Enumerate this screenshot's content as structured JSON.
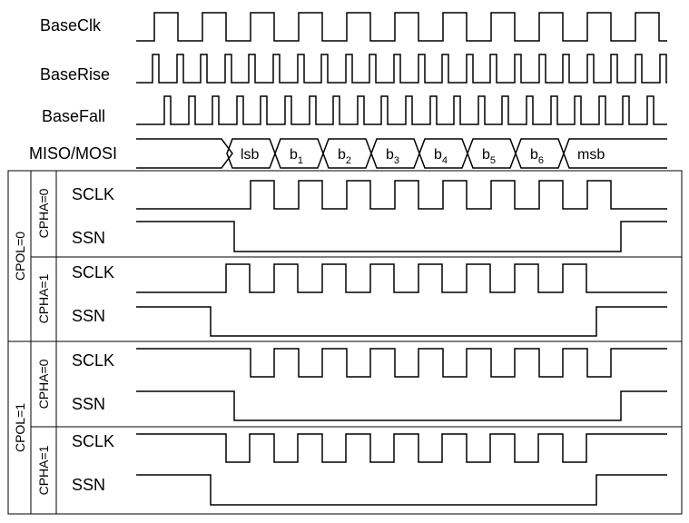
{
  "top_signals": {
    "baseclk": "BaseClk",
    "baserise": "BaseRise",
    "basefall": "BaseFall",
    "bus": "MISO/MOSI"
  },
  "bus_bits": [
    {
      "base": "lsb",
      "sub": ""
    },
    {
      "base": "b",
      "sub": "1"
    },
    {
      "base": "b",
      "sub": "2"
    },
    {
      "base": "b",
      "sub": "3"
    },
    {
      "base": "b",
      "sub": "4"
    },
    {
      "base": "b",
      "sub": "5"
    },
    {
      "base": "b",
      "sub": "6"
    },
    {
      "base": "msb",
      "sub": ""
    }
  ],
  "groups": {
    "cpol0": "CPOL=0",
    "cpol1": "CPOL=1"
  },
  "modes": [
    {
      "cpol": "CPOL=0",
      "cpha": "CPHA=0",
      "sclk": "SCLK",
      "ssn": "SSN"
    },
    {
      "cpol": "CPOL=0",
      "cpha": "CPHA=1",
      "sclk": "SCLK",
      "ssn": "SSN"
    },
    {
      "cpol": "CPOL=1",
      "cpha": "CPHA=0",
      "sclk": "SCLK",
      "ssn": "SSN"
    },
    {
      "cpol": "CPOL=1",
      "cpha": "CPHA=1",
      "sclk": "SCLK",
      "ssn": "SSN"
    }
  ]
}
